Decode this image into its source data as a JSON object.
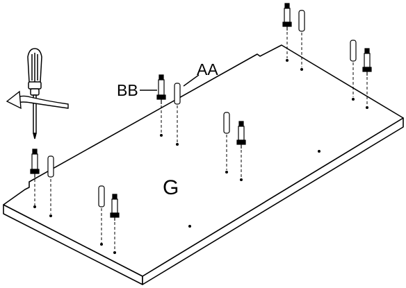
{
  "labels": {
    "cam_bolt": "BB",
    "dowel": "AA",
    "panel": "G"
  },
  "icons": {
    "tool": "screwdriver-icon",
    "rotation": "curved-arrow-icon"
  },
  "colors": {
    "line": "#000000",
    "background": "#ffffff"
  }
}
